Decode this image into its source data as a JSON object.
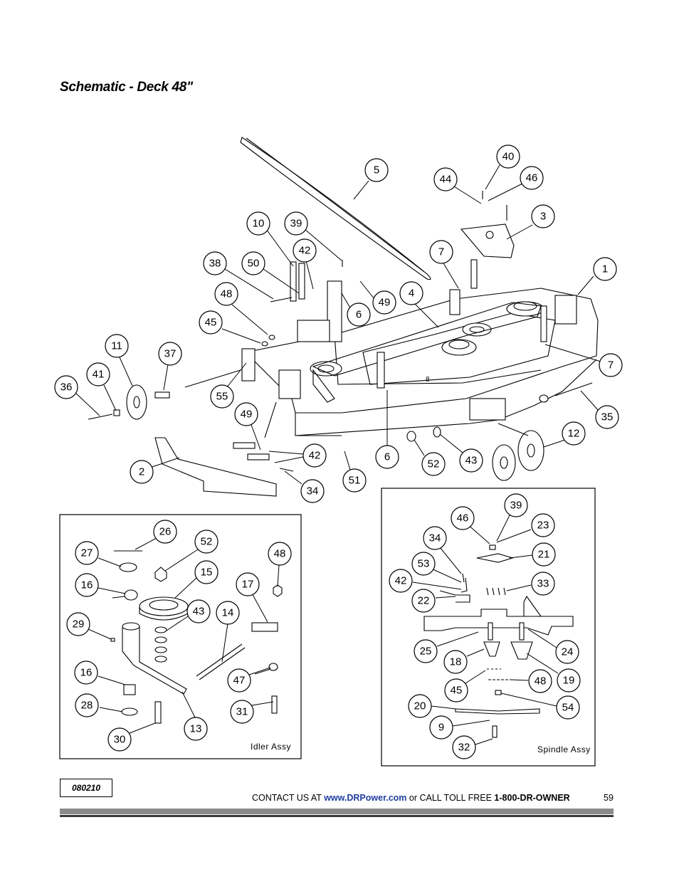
{
  "page": {
    "title": "Schematic - Deck 48\"",
    "doc_code": "080210",
    "page_number": "59",
    "footer": {
      "prefix": "CONTACT US AT",
      "url": "www.DRPower.com",
      "middle": "or CALL TOLL FREE",
      "phone": "1-800-DR-OWNER"
    },
    "colors": {
      "url": "#1f3f9f",
      "rule": "#8a8a8a"
    }
  },
  "insets": {
    "idler": {
      "label": "Idler Assy"
    },
    "spindle": {
      "label": "Spindle Assy"
    }
  },
  "deck_mark": "8",
  "main_callouts": [
    "5",
    "40",
    "44",
    "46",
    "3",
    "10",
    "39",
    "42",
    "7",
    "1",
    "38",
    "50",
    "48",
    "6",
    "49",
    "4",
    "45",
    "11",
    "37",
    "41",
    "36",
    "55",
    "7",
    "35",
    "49",
    "12",
    "2",
    "42",
    "6",
    "52",
    "43",
    "51",
    "34"
  ],
  "idler_callouts": [
    "26",
    "27",
    "52",
    "48",
    "15",
    "16",
    "17",
    "43",
    "14",
    "29",
    "16",
    "47",
    "28",
    "31",
    "13",
    "30"
  ],
  "spindle_callouts": [
    "39",
    "46",
    "23",
    "34",
    "21",
    "53",
    "42",
    "33",
    "22",
    "25",
    "24",
    "18",
    "19",
    "45",
    "48",
    "20",
    "54",
    "9",
    "32"
  ]
}
